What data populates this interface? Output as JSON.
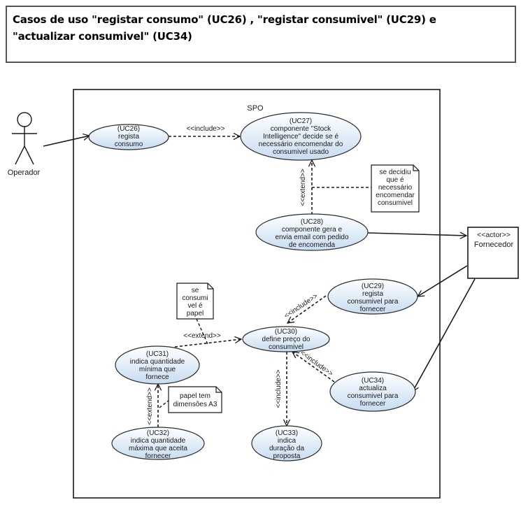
{
  "title": {
    "line1": "Casos de uso \"registar consumo\" (UC26) , \"registar consumivel\" (UC29) e",
    "line2": "\"actualizar consumivel\" (UC34)"
  },
  "system": {
    "name": "SPO"
  },
  "actors": {
    "operador": {
      "label": "Operador"
    },
    "fornecedor": {
      "stereotype": "<<actor>>",
      "label": "Fornecedor"
    }
  },
  "use_cases": {
    "uc26": [
      "(UC26)",
      "regista",
      "consumo"
    ],
    "uc27": [
      "(UC27)",
      "componente \"Stock",
      "Intelligence\" decide se é",
      "necessário encomendar do",
      "consumivel usado"
    ],
    "uc28": [
      "(UC28)",
      "componente gera e",
      "envia email com pedido",
      "de encomenda"
    ],
    "uc29": [
      "(UC29)",
      "regista",
      "consumivel para",
      "fornecer"
    ],
    "uc30": [
      "(UC30)",
      "define preço do",
      "consumivel"
    ],
    "uc31": [
      "(UC31)",
      "indica quantidade",
      "mínima que",
      "fornece"
    ],
    "uc32": [
      "(UC32)",
      "indica quantidade",
      "máxima que aceita",
      "fornecer"
    ],
    "uc33": [
      "(UC33)",
      "indica",
      "duração da",
      "proposta"
    ],
    "uc34": [
      "(UC34)",
      "actualiza",
      "consumivel para",
      "fornecer"
    ]
  },
  "notes": {
    "note_decidiu": [
      "se decidiu",
      "que é",
      "necessário",
      "encomendar",
      "consumivel"
    ],
    "note_papel": [
      "se",
      "consumi",
      "vel é",
      "papel"
    ],
    "note_a3": [
      "papel tem",
      "dimensões A3"
    ]
  },
  "relations": {
    "include": "<<include>>",
    "extend": "<<extend>>"
  },
  "colors": {
    "ellipse_fill_top": "#ffffff",
    "ellipse_fill_bottom": "#c7dcf1",
    "ellipse_stroke": "#2b2b2b",
    "line": "#1a1a1a"
  }
}
